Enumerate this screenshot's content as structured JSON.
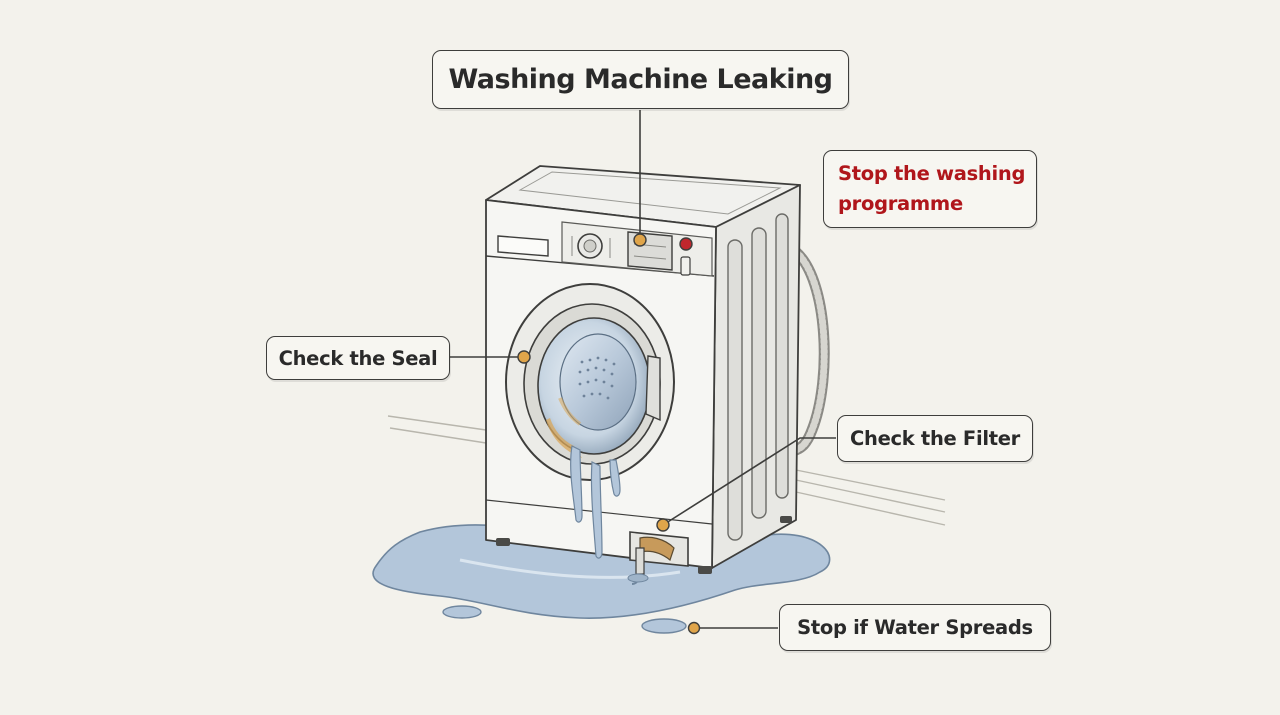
{
  "title": "Washing Machine Leaking",
  "callouts": {
    "stop_programme": "Stop the washing programme",
    "check_seal": "Check the Seal",
    "check_filter": "Check the Filter",
    "stop_spread": "Stop if Water Spreads"
  },
  "colors": {
    "background": "#f3f2ec",
    "outline": "#3e3e3c",
    "marker_dot": "#e0a54a",
    "warning_dot": "#c0272d",
    "warning_text": "#b0161b",
    "water": "#a9bfd6"
  }
}
